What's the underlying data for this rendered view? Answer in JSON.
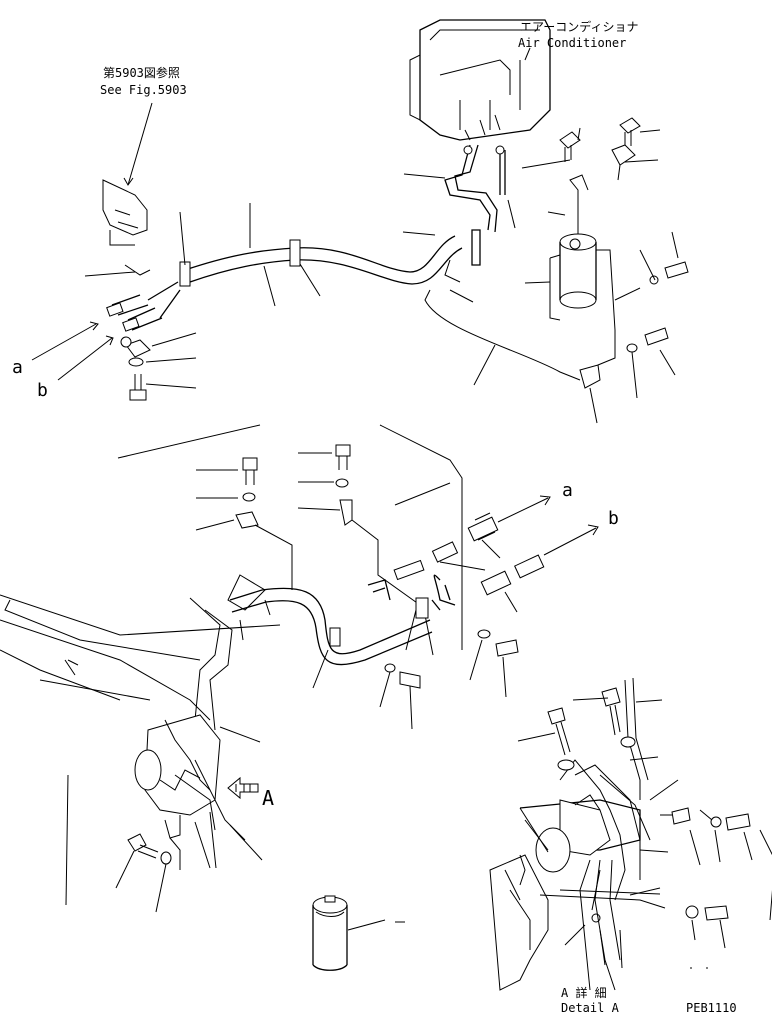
{
  "labels": {
    "air_conditioner_jp": "エアーコンディショナ",
    "air_conditioner_en": "Air Conditioner",
    "see_fig_jp": "第5903図参照",
    "see_fig_en": "See Fig.5903",
    "arrow_a": "a",
    "arrow_b": "b",
    "view_a": "A",
    "detail_jp": "A 詳 細",
    "detail_en": "Detail A",
    "drawing_code": "PEB1110"
  }
}
